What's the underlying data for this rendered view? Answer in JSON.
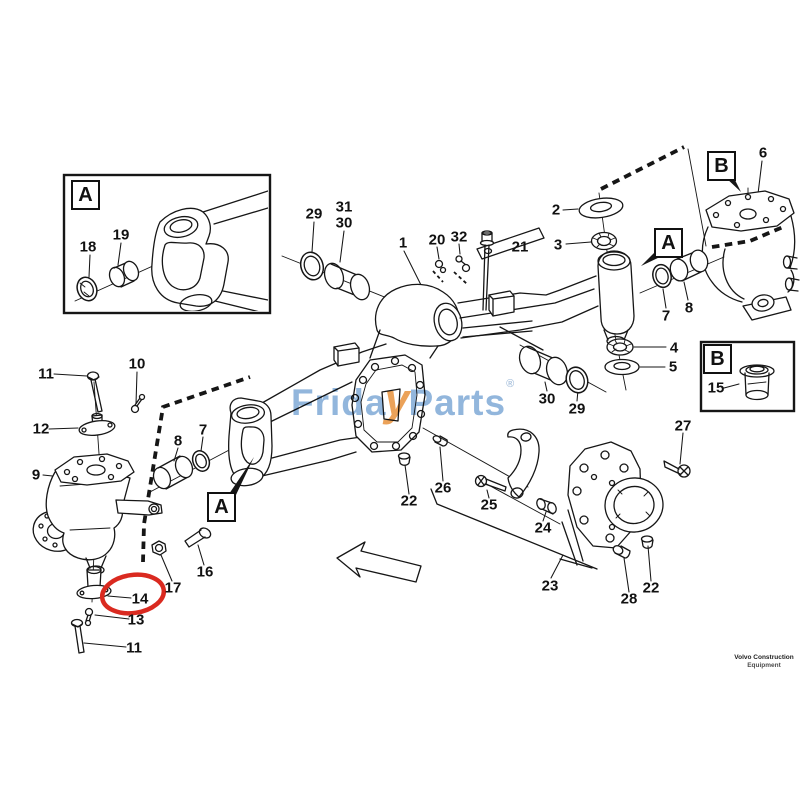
{
  "page": {
    "background": "#ffffff"
  },
  "watermark": {
    "text_left": "Frida",
    "text_accent": "y",
    "text_right": "Parts",
    "registered_mark": "®",
    "color_primary": "#7fa9d6",
    "color_accent": "#e8923c"
  },
  "brand_footer": {
    "line1": "Volvo Construction",
    "line2": "Equipment"
  },
  "detail_labels": {
    "box_a_inset": "A",
    "box_b_inset": "B",
    "pointer_a_left": "A",
    "pointer_a_right": "A",
    "pointer_b_top": "B"
  },
  "highlight": {
    "circled_part": "14",
    "circle_color": "#da2a20"
  },
  "callouts": {
    "p18": "18",
    "p19": "19",
    "p29_left": "29",
    "p31": "31",
    "p30_left": "30",
    "p1": "1",
    "p20": "20",
    "p32": "32",
    "p21": "21",
    "p2": "2",
    "p3": "3",
    "p6": "6",
    "p7_right": "7",
    "p8_right": "8",
    "p4": "4",
    "p5": "5",
    "p30_right": "30",
    "p29_right": "29",
    "p15": "15",
    "p27": "27",
    "p11_top": "11",
    "p10": "10",
    "p12": "12",
    "p9": "9",
    "p8_left": "8",
    "p7_left": "7",
    "p17": "17",
    "p16": "16",
    "p14": "14",
    "p13": "13",
    "p11_bottom": "11",
    "p22_left": "22",
    "p26": "26",
    "p25": "25",
    "p24": "24",
    "p23": "23",
    "p28": "28",
    "p22_right": "22"
  }
}
